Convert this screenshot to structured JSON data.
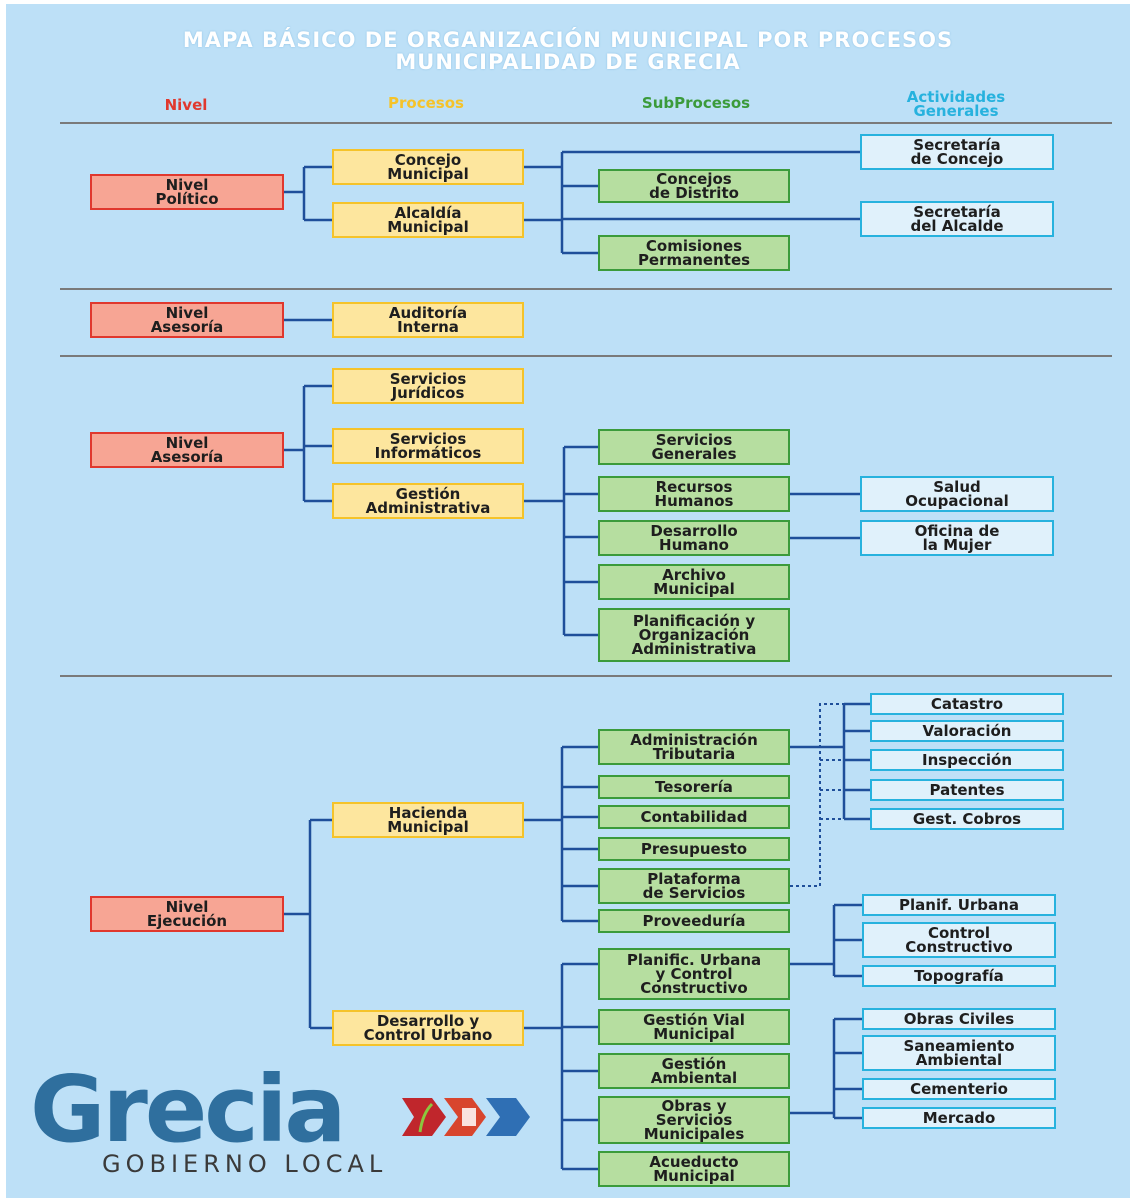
{
  "title": {
    "line1": "MAPA BÁSICO DE ORGANIZACIÓN MUNICIPAL POR PROCESOS",
    "line2": "MUNICIPALIDAD DE GRECIA"
  },
  "headers": {
    "nivel": "Nivel",
    "procesos": "Procesos",
    "subprocesos": "SubProcesos",
    "actividades": "Actividades\nGenerales"
  },
  "colors": {
    "background": "#bde0f7",
    "nivel": "#e0382e",
    "procesos": "#f5c32a",
    "subprocesos": "#3b9b3b",
    "actividades": "#27b2de",
    "connector": "#1f4f9a",
    "logo_blue": "#2f6f9e"
  },
  "sections": {
    "politico": {
      "nivel": "Nivel\nPolítico",
      "procesos": [
        "Concejo\nMunicipal",
        "Alcaldía\nMunicipal"
      ],
      "subprocesos": [
        "Concejos\nde Distrito",
        "Comisiones\nPermanentes"
      ],
      "actividades": [
        "Secretaría\nde Concejo",
        "Secretaría\ndel Alcalde"
      ]
    },
    "asesoria1": {
      "nivel": "Nivel\nAsesoría",
      "procesos": [
        "Auditoría\nInterna"
      ]
    },
    "asesoria2": {
      "nivel": "Nivel\nAsesoría",
      "procesos": [
        "Servicios\nJurídicos",
        "Servicios\nInformáticos",
        "Gestión\nAdministrativa"
      ],
      "subprocesos": [
        "Servicios\nGenerales",
        "Recursos\nHumanos",
        "Desarrollo\nHumano",
        "Archivo\nMunicipal",
        "Planificación y\nOrganización\nAdministrativa"
      ],
      "actividades": [
        "Salud\nOcupacional",
        "Oficina de\nla Mujer"
      ]
    },
    "ejecucion": {
      "nivel": "Nivel\nEjecución",
      "procesos": [
        "Hacienda\nMunicipal",
        "Desarrollo y\nControl Urbano"
      ],
      "hacienda_subprocesos": [
        "Administración\nTributaria",
        "Tesorería",
        "Contabilidad",
        "Presupuesto",
        "Plataforma\nde Servicios",
        "Proveeduría"
      ],
      "hacienda_actividades": [
        "Catastro",
        "Valoración",
        "Inspección",
        "Patentes",
        "Gest. Cobros"
      ],
      "urbano_subprocesos": [
        "Planific. Urbana\ny Control\nConstructivo",
        "Gestión Vial\nMunicipal",
        "Gestión\nAmbiental",
        "Obras y\nServicios\nMunicipales",
        "Acueducto\nMunicipal"
      ],
      "planific_actividades": [
        "Planif. Urbana",
        "Control\nConstructivo",
        "Topografía"
      ],
      "obras_actividades": [
        "Obras Civiles",
        "Saneamiento\nAmbiental",
        "Cementerio",
        "Mercado"
      ]
    }
  },
  "logo": {
    "word": "Grecia",
    "subtitle": "GOBIERNO LOCAL"
  }
}
